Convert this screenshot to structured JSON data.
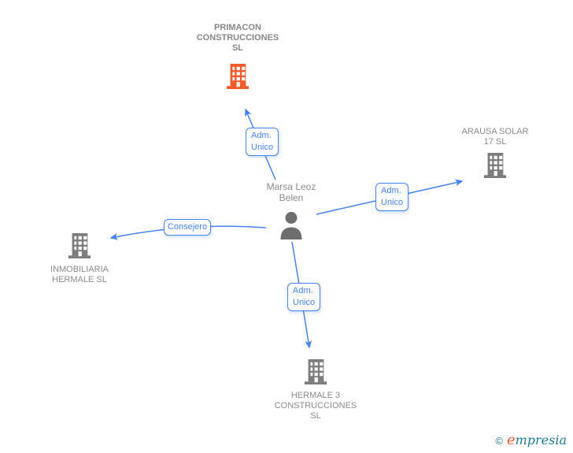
{
  "diagram": {
    "person": {
      "name": "Marsa Leoz Belen"
    },
    "companies": [
      {
        "name": "PRIMACON CONSTRUCCIONES SL",
        "highlighted": true
      },
      {
        "name": "ARAUSA SOLAR 17 SL",
        "highlighted": false
      },
      {
        "name": "INMOBILIARIA HERMALE SL",
        "highlighted": false
      },
      {
        "name": "HERMALE 3 CONSTRUCCIONES SL",
        "highlighted": false
      }
    ],
    "relations": [
      {
        "label": "Adm. Unico",
        "from": "Marsa Leoz Belen",
        "to": "PRIMACON CONSTRUCCIONES SL"
      },
      {
        "label": "Adm. Unico",
        "from": "Marsa Leoz Belen",
        "to": "ARAUSA SOLAR 17 SL"
      },
      {
        "label": "Consejero",
        "from": "Marsa Leoz Belen",
        "to": "INMOBILIARIA HERMALE SL"
      },
      {
        "label": "Adm. Unico",
        "from": "Marsa Leoz Belen",
        "to": "HERMALE 3 CONSTRUCCIONES SL"
      }
    ],
    "colors": {
      "accent_blue": "#4583ef",
      "highlight_orange": "#f15a29",
      "node_gray": "#7d7d7d",
      "text_gray": "#8b8b8b",
      "logo_teal": "#1b7b8c"
    }
  },
  "footer": {
    "copyright": "©",
    "brand": "empresia"
  }
}
